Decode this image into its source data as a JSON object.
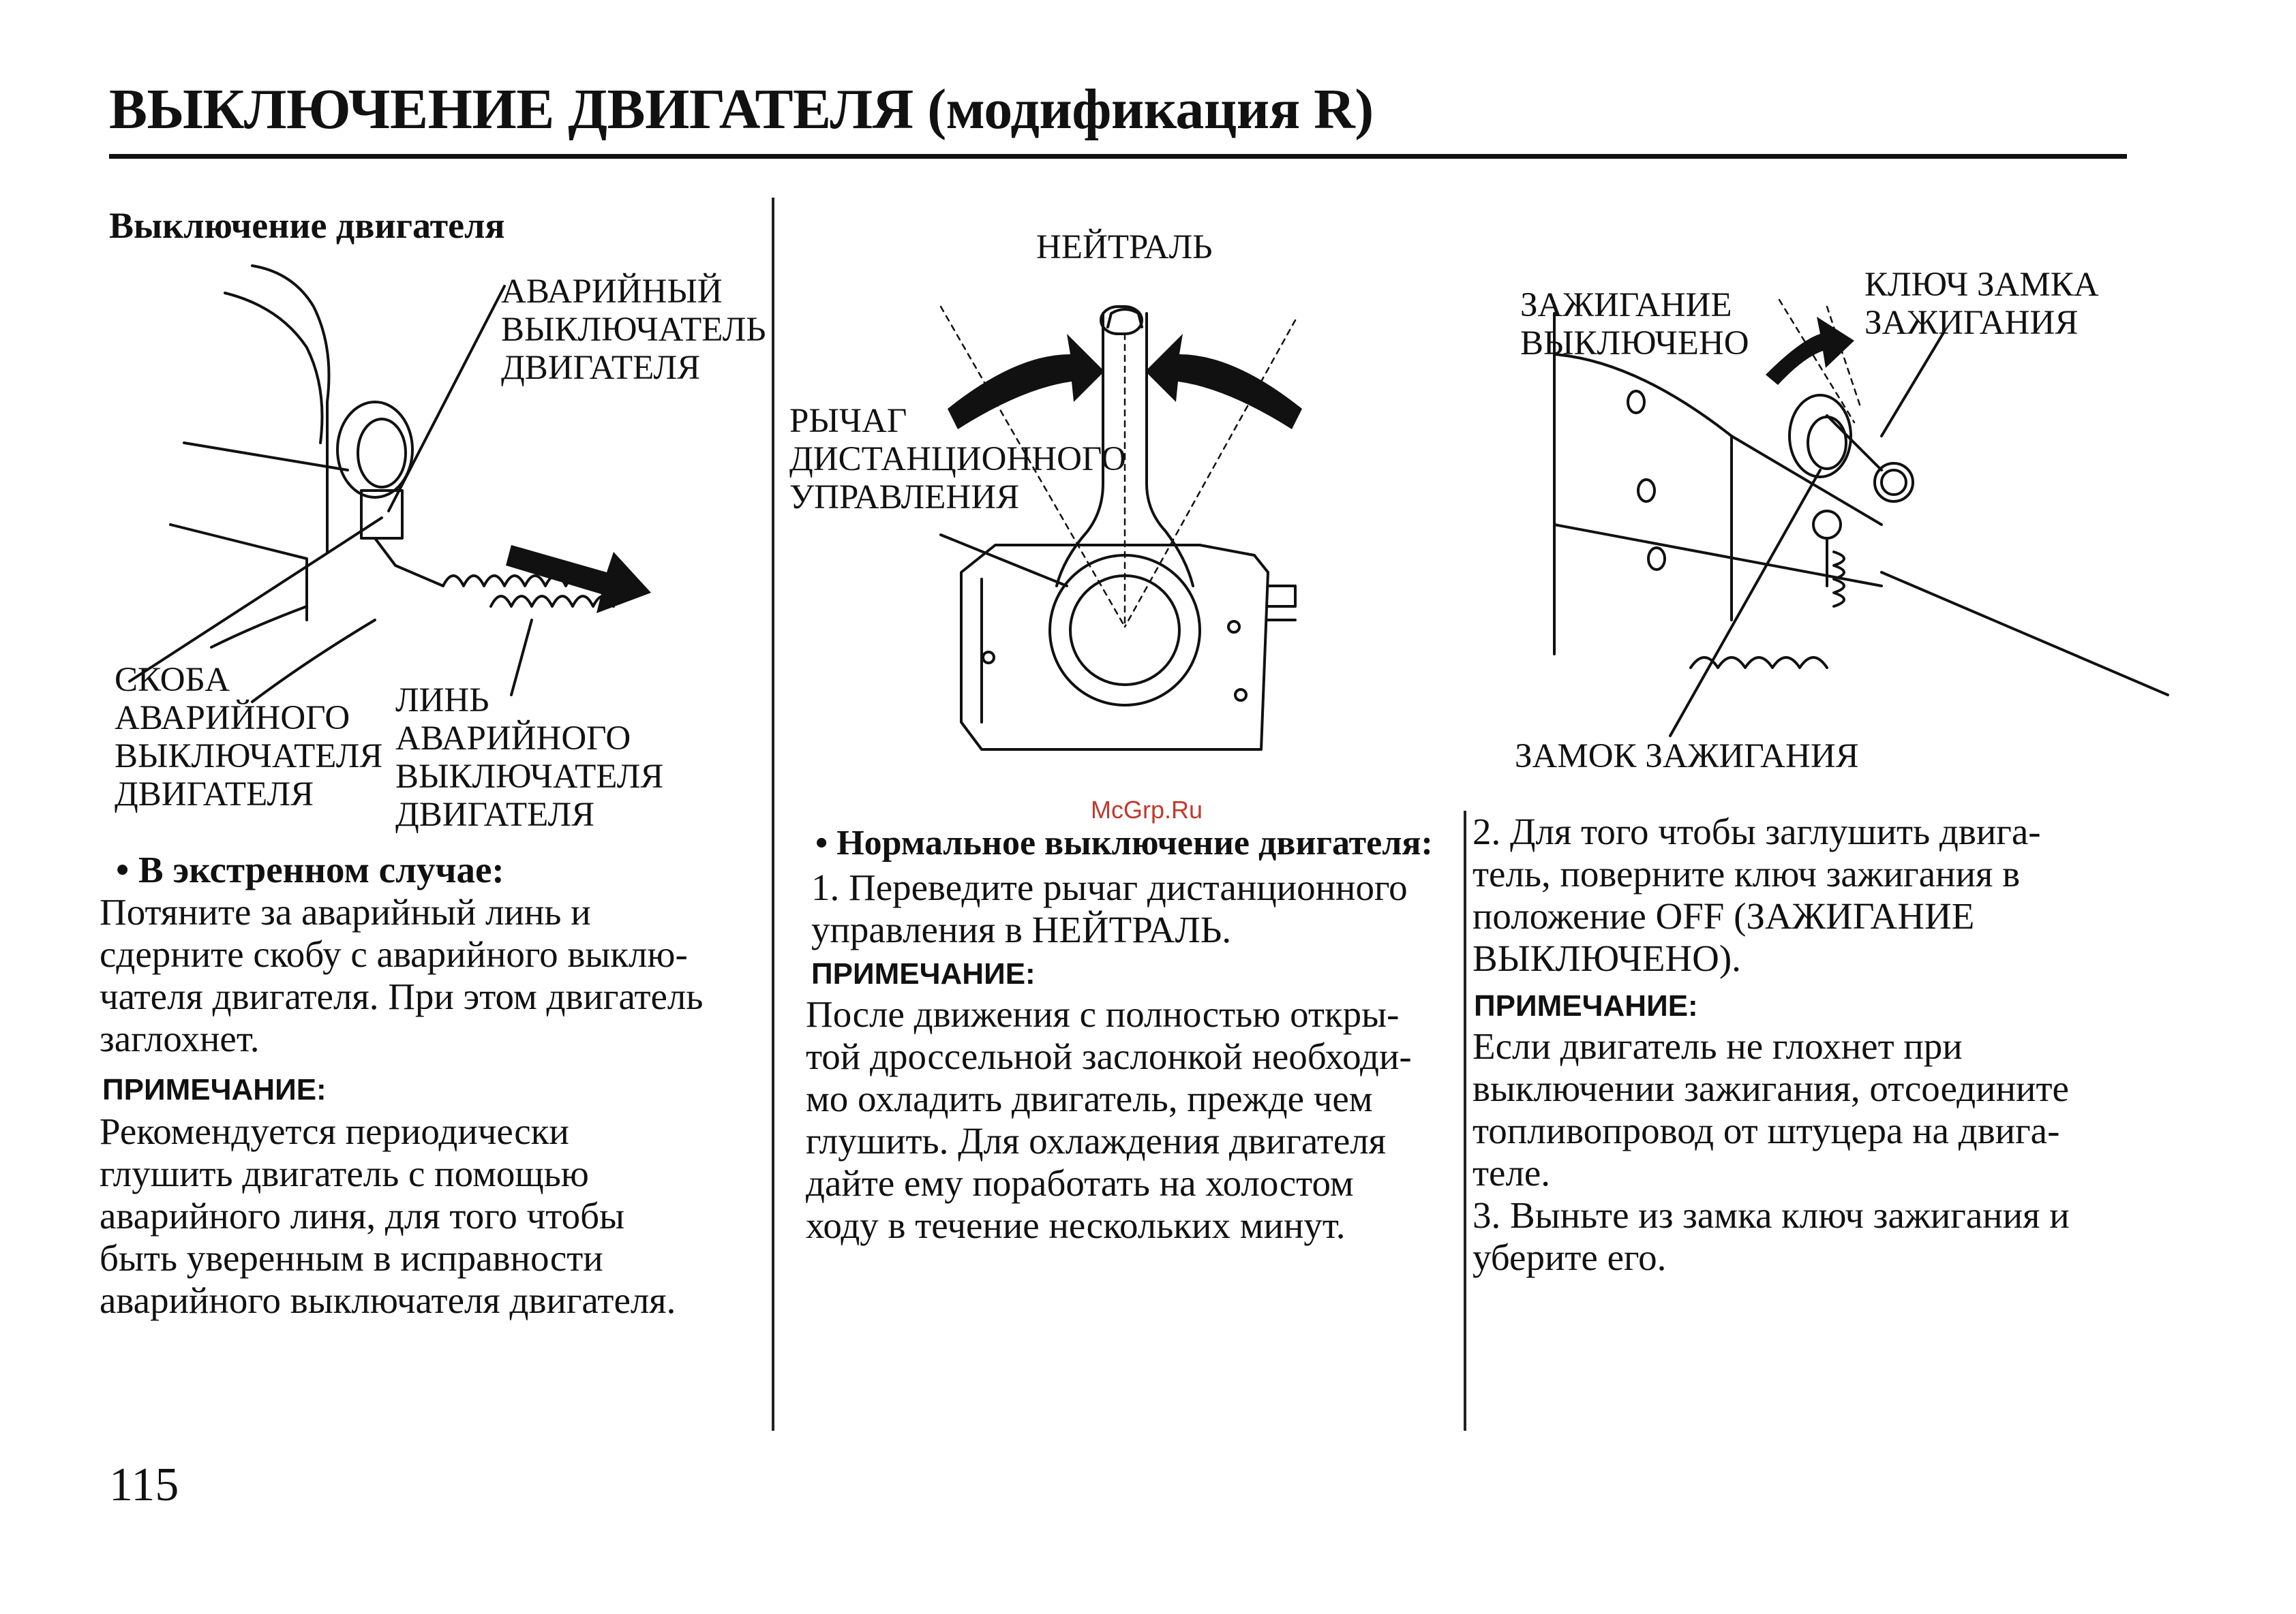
{
  "title": "ВЫКЛЮЧЕНИЕ ДВИГАТЕЛЯ (модификация R)",
  "page_number": "115",
  "watermark": "McGrp.Ru",
  "col1": {
    "subheading": "Выключение двигателя",
    "label_switch": "АВАРИЙНЫЙ\nВЫКЛЮЧАТЕЛЬ\nДВИГАТЕЛЯ",
    "label_clip": "СКОБА\nАВАРИЙНОГО\nВЫКЛЮЧАТЕЛЯ\nДВИГАТЕЛЯ",
    "label_lanyard": "ЛИНЬ\nАВАРИЙНОГО\nВЫКЛЮЧАТЕЛЯ\nДВИГАТЕЛЯ",
    "bullet": "• В экстренном случае:",
    "para_lines": [
      "Потяните за аварийный линь и",
      "сдерните скобу с аварийного выклю-",
      "чателя двигателя. При этом двигатель",
      "заглохнет."
    ],
    "note_label": "ПРИМЕЧАНИЕ:",
    "note_lines": [
      "Рекомендуется периодически",
      "глушить двигатель с помощью",
      "аварийного линя, для того чтобы",
      "быть уверенным в исправности",
      "аварийного выключателя двигателя."
    ]
  },
  "col2": {
    "label_neutral": "НЕЙТРАЛЬ",
    "label_lever": "РЫЧАГ\nДИСТАНЦИОННОГО\nУПРАВЛЕНИЯ",
    "bullet": "• Нормальное выключение двигателя:",
    "step1_lines": [
      "1. Переведите рычаг дистанционного",
      "управления в НЕЙТРАЛЬ."
    ],
    "note_label": "ПРИМЕЧАНИЕ:",
    "note_lines": [
      "После движения с полностью откры-",
      "той дроссельной заслонкой необходи-",
      "мо охладить двигатель, прежде чем",
      "глушить. Для охлаждения двигателя",
      "дайте ему поработать на холостом",
      "ходу в течение нескольких минут."
    ]
  },
  "col3": {
    "label_off": "ЗАЖИГАНИЕ\nВЫКЛЮЧЕНО",
    "label_key": "КЛЮЧ ЗАМКА\nЗАЖИГАНИЯ",
    "label_lock": "ЗАМОК ЗАЖИГАНИЯ",
    "step2_lines": [
      "2. Для того чтобы заглушить двига-",
      "тель, поверните ключ зажигания в",
      "положение OFF (ЗАЖИГАНИЕ",
      "ВЫКЛЮЧЕНО)."
    ],
    "note_label": "ПРИМЕЧАНИЕ:",
    "note_lines": [
      "Если двигатель не глохнет при",
      "выключении зажигания, отсоедините",
      "топливопровод от штуцера на двига-",
      "теле."
    ],
    "step3_lines": [
      "3. Выньте из замка ключ зажигания и",
      "уберите его."
    ]
  }
}
